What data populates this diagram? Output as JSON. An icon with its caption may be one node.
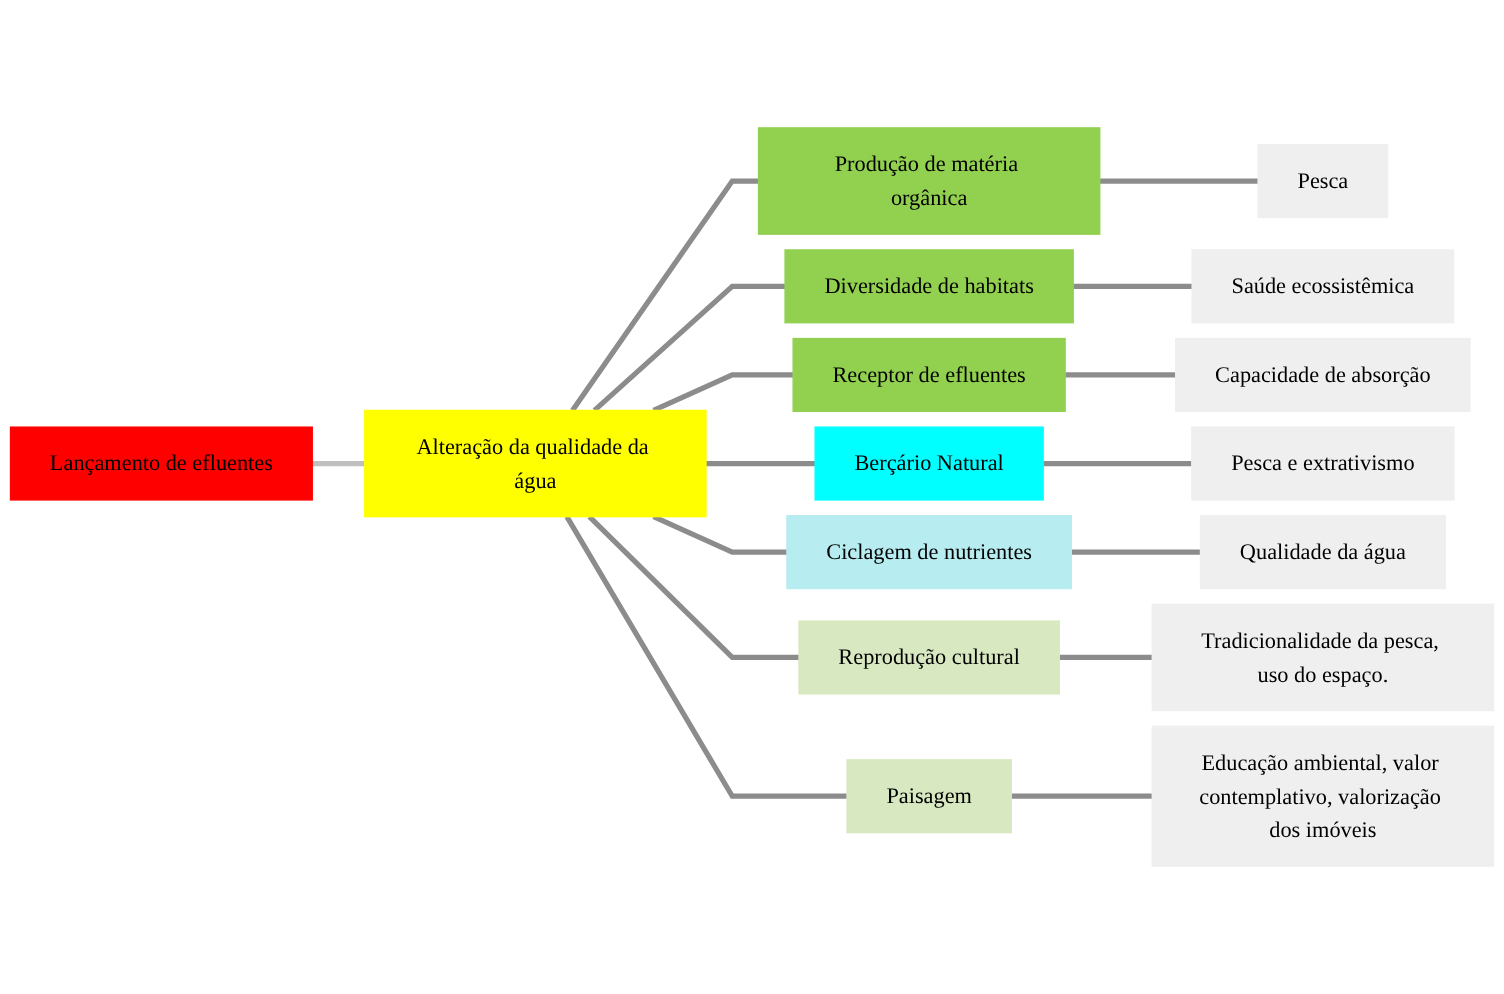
{
  "diagram": {
    "nodes": [
      {
        "text": [
          "Lançamento de efluentes"
        ]
      },
      {
        "text": [
          "Alteração da qualidade da água"
        ]
      },
      {
        "text": [
          "Produção de matéria orgânica"
        ]
      },
      {
        "text": [
          "Pesca"
        ]
      },
      {
        "text": [
          "Diversidade de habitats"
        ]
      },
      {
        "text": [
          "Saúde ecossistêmica"
        ]
      },
      {
        "text": [
          "Receptor de efluentes"
        ]
      },
      {
        "text": [
          "Capacidade de absorção"
        ]
      },
      {
        "text": [
          "Berçário Natural"
        ]
      },
      {
        "text": [
          "Pesca e extrativismo"
        ]
      },
      {
        "text": [
          "Ciclagem de nutrientes"
        ]
      },
      {
        "text": [
          "Qualidade da água"
        ]
      },
      {
        "text": [
          "Reprodução cultural"
        ]
      },
      {
        "text": [
          "Tradicionalidade da pesca, uso do espaço."
        ]
      },
      {
        "text": [
          "Paisagem"
        ]
      },
      {
        "text": [
          "Educação ambiental, valor contemplativo, valorização dos imóveis"
        ]
      }
    ],
    "edges": [
      {
        "from": 0,
        "to": 1,
        "arrow": "none",
        "color": "#bfbfbf"
      },
      {
        "from": 1,
        "to": 2,
        "arrow": "none"
      },
      {
        "from": 1,
        "to": 4,
        "arrow": "none"
      },
      {
        "from": 1,
        "to": 6,
        "arrow": "none"
      },
      {
        "from": 1,
        "to": 8,
        "arrow": "none"
      },
      {
        "from": 1,
        "to": 10,
        "arrow": "none"
      },
      {
        "from": 1,
        "to": 12,
        "arrow": "none"
      },
      {
        "from": 1,
        "to": 14,
        "arrow": "none"
      },
      {
        "from": 2,
        "to": 3,
        "arrow": "none"
      },
      {
        "from": 4,
        "to": 5,
        "arrow": "none"
      },
      {
        "from": 6,
        "to": 7,
        "arrow": "none"
      },
      {
        "from": 8,
        "to": 9,
        "arrow": "none"
      },
      {
        "from": 10,
        "to": 11,
        "arrow": "none"
      },
      {
        "from": 12,
        "to": 13,
        "arrow": "none"
      },
      {
        "from": 14,
        "to": 15,
        "arrow": "none"
      }
    ]
  }
}
